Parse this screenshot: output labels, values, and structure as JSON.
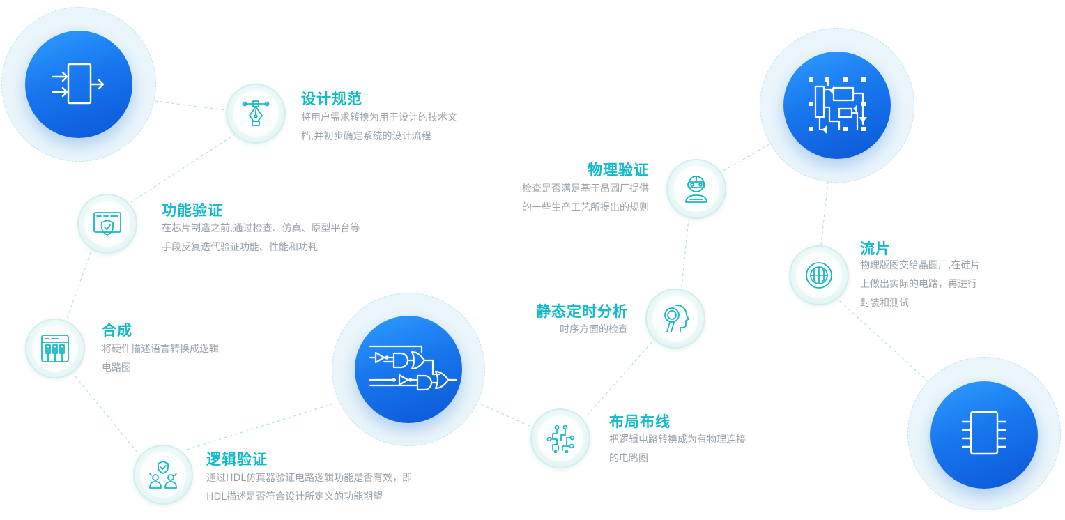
{
  "steps": [
    {
      "title": "设计规范",
      "desc": [
        "将用户需求转换为用于设计的技术文",
        "档,并初步确定系统的设计流程"
      ]
    },
    {
      "title": "功能验证",
      "desc": [
        "在芯片制造之前,通过检查、仿真、原型平台等",
        "手段反复迭代验证功能、性能和功耗"
      ]
    },
    {
      "title": "合成",
      "desc": [
        "将硬件描述语言转换成逻辑",
        "电路图"
      ]
    },
    {
      "title": "逻辑验证",
      "desc": [
        "通过HDL仿真器验证电路逻辑功能是否有效，即",
        "HDL描述是否符合设计所定义的功能期望"
      ]
    },
    {
      "title": "布局布线",
      "desc": [
        "把逻辑电路转换成为有物理连接",
        "的电路图"
      ]
    },
    {
      "title": "静态定时分析",
      "desc": [
        "时序方面的检查"
      ]
    },
    {
      "title": "物理验证",
      "desc": [
        "检查是否满足基于晶圆厂提供",
        "的一些生产工艺所提出的规则"
      ]
    },
    {
      "title": "流片",
      "desc": [
        "物理版图交给晶圆厂,在硅片",
        "上做出实际的电路，再进行",
        "封装和测试"
      ]
    }
  ],
  "icons": {
    "big": [
      "block-io-icon",
      "logic-gates-icon",
      "layout-grid-icon",
      "chip-icon"
    ],
    "steps": [
      "pen-tool-icon",
      "shield-check-icon",
      "piano-keys-icon",
      "team-verify-icon",
      "circuit-route-icon",
      "head-search-icon",
      "vr-person-icon",
      "wafer-icon"
    ]
  },
  "colors": {
    "accent": "#12b9c9",
    "text_muted": "#9aa3ab",
    "core_blue": "#1877ee",
    "link_dash": "#a7e3ea"
  }
}
